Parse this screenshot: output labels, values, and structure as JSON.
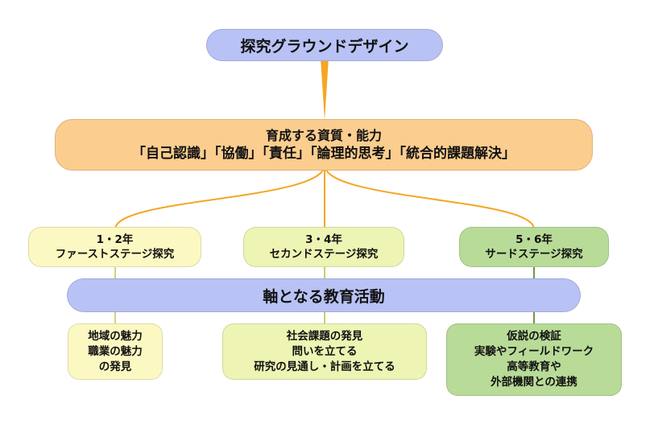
{
  "root": {
    "label": "探究グラウンドデザイン"
  },
  "competencies": {
    "line1": "育成する資質・能力",
    "line2": "「自己認識」「協働」「責任」「論理的思考」「統合的課題解決」"
  },
  "stages": [
    {
      "line1": "1・2年",
      "line2": "ファーストステージ探究"
    },
    {
      "line1": "3・4年",
      "line2": "セカンドステージ探究"
    },
    {
      "line1": "5・6年",
      "line2": "サードステージ探究"
    }
  ],
  "core": {
    "label": "軸となる教育活動"
  },
  "activities": [
    {
      "lines": [
        "地域の魅力",
        "職業の魅力",
        "の発見"
      ]
    },
    {
      "lines": [
        "社会課題の発見",
        "問いを立てる",
        "研究の見通し・計画を立てる"
      ]
    },
    {
      "lines": [
        "仮説の検証",
        "実験やフィールドワーク",
        "高等教育や",
        "外部機関との連携"
      ]
    }
  ],
  "colors": {
    "root": "#b9c2f5",
    "competencies": "#fbcd8f",
    "connector_orange": "#f5a623",
    "stage1": "#fcf8c2",
    "stage2": "#eef4b4",
    "stage3": "#b8db98",
    "core": "#b9c2f5"
  }
}
